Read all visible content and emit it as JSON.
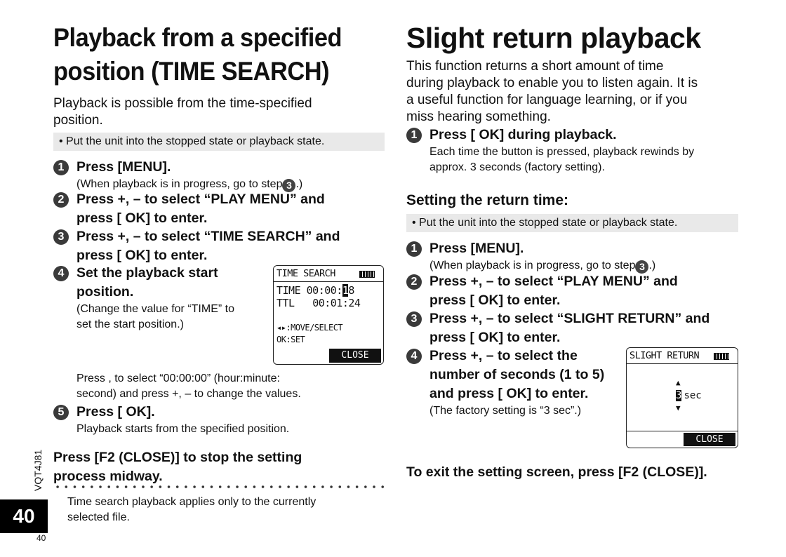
{
  "left": {
    "title_line1": "Playback from a specified",
    "title_line2": "position (TIME SEARCH)",
    "intro_line1": "Playback is possible from the time-specified",
    "intro_line2": "position.",
    "precondition": "• Put the unit into the stopped state or playback state.",
    "steps": [
      {
        "num": "1",
        "title": "Press [MENU].",
        "sub_pre": "(When playback is in progress, go to step",
        "sub_ref": "3",
        "sub_post": ".)"
      },
      {
        "num": "2",
        "title_line1": "Press +, – to select “PLAY MENU” and",
        "title_line2": "press [    OK] to enter."
      },
      {
        "num": "3",
        "title_line1": "Press +, – to select “TIME SEARCH” and",
        "title_line2": "press [    OK] to enter."
      },
      {
        "num": "4",
        "title_line1": "Set the playback start",
        "title_line2": "position.",
        "sub_line1": "(Change the value for “TIME” to",
        "sub_line2": "set the start position.)",
        "detail_line1": "Press        ,          to select “00:00:00” (hour:minute:",
        "detail_line2": "second) and press +, – to change the values."
      },
      {
        "num": "5",
        "title": "Press [    OK].",
        "sub": "Playback starts from the specified position."
      }
    ],
    "stop_line1": "Press [F2 (CLOSE)] to stop the setting",
    "stop_line2": "process midway.",
    "footnote_line1": "Time search playback applies only to the currently",
    "footnote_line2": "selected file.",
    "lcd": {
      "header": "TIME SEARCH",
      "time_label": "TIME",
      "time_value_pre": "00:00:",
      "time_value_cursor": "1",
      "time_value_post": "8",
      "ttl_label": "TTL",
      "ttl_value": "00:01:24",
      "move_label": "◂▸:MOVE/SELECT",
      "ok_label": "OK:SET",
      "close_label": "CLOSE"
    }
  },
  "right": {
    "title": "Slight return playback",
    "intro_line1": "This function returns a short amount of time",
    "intro_line2": "during playback to enable you to listen again. It is",
    "intro_line3": "a useful function for language learning, or if you",
    "intro_line4": "miss hearing something.",
    "step_top": {
      "num": "1",
      "title": "Press [    OK] during playback.",
      "sub_line1": "Each time the button is pressed, playback rewinds by",
      "sub_line2": "approx. 3 seconds (factory setting)."
    },
    "subheading": "Setting the return time:",
    "precondition": "• Put the unit into the stopped state or playback state.",
    "steps": [
      {
        "num": "1",
        "title": "Press [MENU].",
        "sub_pre": "(When playback is in progress, go to step",
        "sub_ref": "3",
        "sub_post": ".)"
      },
      {
        "num": "2",
        "title_line1": "Press +, – to select “PLAY MENU” and",
        "title_line2": "press [    OK] to enter."
      },
      {
        "num": "3",
        "title_line1": "Press +, – to select “SLIGHT RETURN” and",
        "title_line2": "press  [    OK] to enter."
      },
      {
        "num": "4",
        "title_line1": "Press +, – to select the",
        "title_line2": "number of seconds (1 to 5)",
        "title_line3": "and press  [    OK] to enter.",
        "sub": "(The factory setting is “3 sec”.)"
      }
    ],
    "exit_text": "To exit the setting screen, press [F2 (CLOSE)].",
    "lcd": {
      "header": "SLIGHT RETURN",
      "value": "3",
      "unit": "sec",
      "close_label": "CLOSE"
    }
  },
  "footer": {
    "model_code": "VQT4J81",
    "page_number_big": "40",
    "page_number_small": "40"
  }
}
